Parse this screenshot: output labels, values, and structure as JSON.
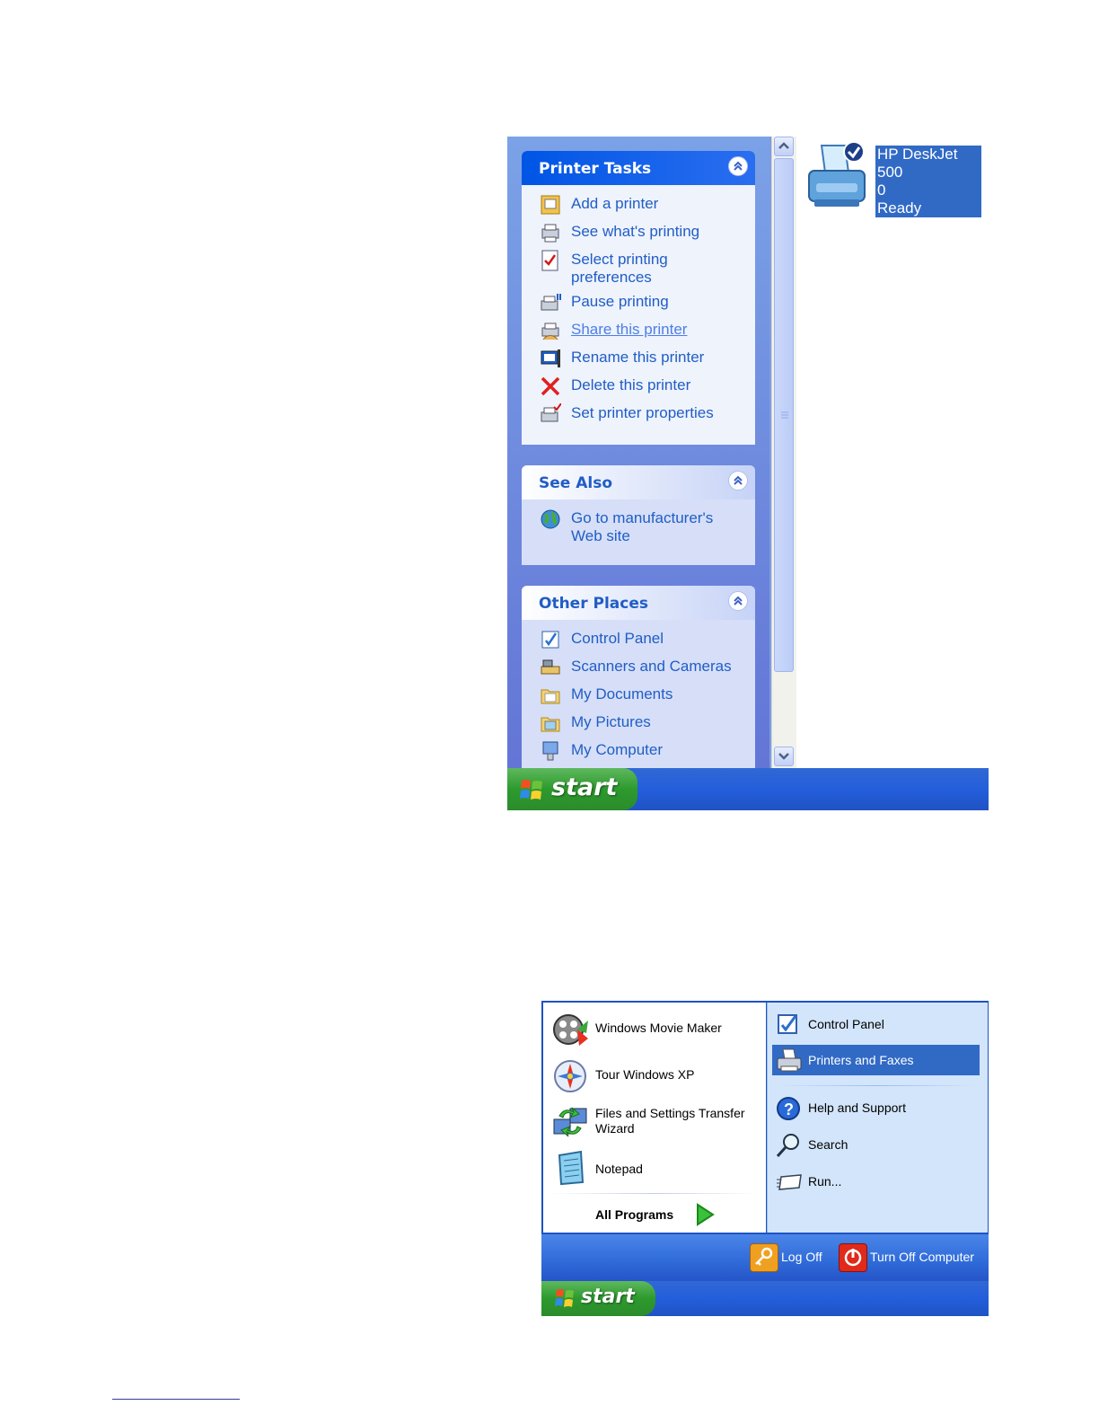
{
  "printers_window": {
    "task_panels": [
      {
        "title": "Printer Tasks",
        "items": [
          {
            "label": "Add a printer",
            "icon": "add-printer-icon"
          },
          {
            "label": "See what's printing",
            "icon": "printer-queue-icon"
          },
          {
            "label": "Select printing preferences",
            "icon": "preferences-icon"
          },
          {
            "label": "Pause printing",
            "icon": "pause-printer-icon"
          },
          {
            "label": "Share this printer",
            "icon": "share-printer-icon"
          },
          {
            "label": "Rename this  printer",
            "icon": "rename-icon"
          },
          {
            "label": "Delete this printer",
            "icon": "delete-icon"
          },
          {
            "label": "Set printer properties",
            "icon": "printer-properties-icon"
          }
        ]
      },
      {
        "title": "See Also",
        "items": [
          {
            "label": "Go to manufacturer's Web site",
            "icon": "globe-icon"
          }
        ]
      },
      {
        "title": "Other Places",
        "items": [
          {
            "label": "Control Panel",
            "icon": "control-panel-icon"
          },
          {
            "label": "Scanners and Cameras",
            "icon": "scanner-icon"
          },
          {
            "label": "My Documents",
            "icon": "folder-icon"
          },
          {
            "label": "My Pictures",
            "icon": "pictures-folder-icon"
          },
          {
            "label": "My Computer",
            "icon": "computer-icon"
          }
        ]
      }
    ],
    "printer": {
      "name_line1": "HP DeskJet 500",
      "name_line2": "0",
      "status": "Ready"
    },
    "taskbar": {
      "start_label": "start"
    }
  },
  "start_menu": {
    "left_items": [
      {
        "label": "Windows Movie Maker",
        "icon": "movie-maker-icon"
      },
      {
        "label": "Tour Windows XP",
        "icon": "tour-icon"
      },
      {
        "label": "Files and Settings Transfer Wizard",
        "icon": "transfer-wizard-icon"
      },
      {
        "label": "Notepad",
        "icon": "notepad-icon"
      }
    ],
    "all_programs": "All Programs",
    "right_items": [
      {
        "label": "Control Panel",
        "icon": "control-panel-icon"
      },
      {
        "label": "Printers and Faxes",
        "icon": "printer-icon"
      },
      {
        "label": "Help and Support",
        "icon": "help-icon"
      },
      {
        "label": "Search",
        "icon": "search-icon"
      },
      {
        "label": "Run...",
        "icon": "run-icon"
      }
    ],
    "log_off": "Log Off",
    "turn_off": "Turn Off Computer",
    "taskbar": {
      "start_label": "start"
    }
  },
  "colors": {
    "xp_blue": "#245edb",
    "task_link": "#215dc6",
    "selection": "#316ac5",
    "start_green": "#2d9a2d"
  }
}
